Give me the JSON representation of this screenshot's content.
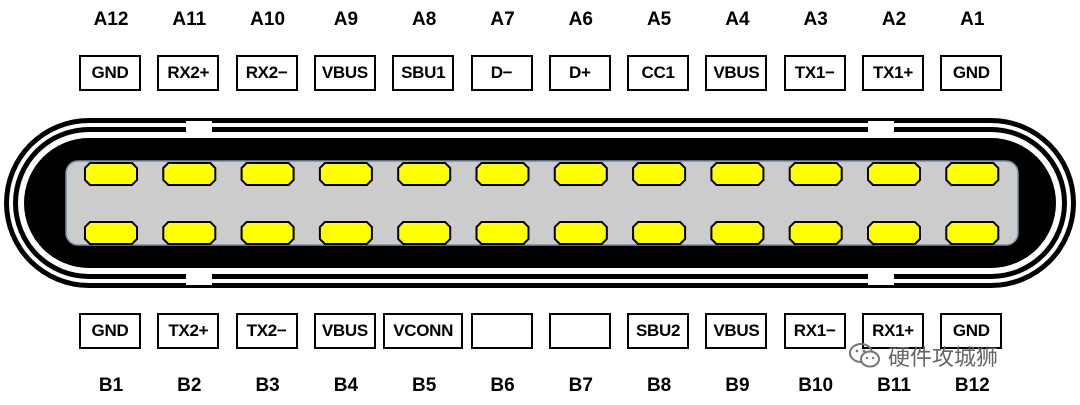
{
  "top_row": [
    {
      "pin": "A12",
      "signal": "GND"
    },
    {
      "pin": "A11",
      "signal": "RX2+"
    },
    {
      "pin": "A10",
      "signal": "RX2−"
    },
    {
      "pin": "A9",
      "signal": "VBUS"
    },
    {
      "pin": "A8",
      "signal": "SBU1"
    },
    {
      "pin": "A7",
      "signal": "D−"
    },
    {
      "pin": "A6",
      "signal": "D+"
    },
    {
      "pin": "A5",
      "signal": "CC1"
    },
    {
      "pin": "A4",
      "signal": "VBUS"
    },
    {
      "pin": "A3",
      "signal": "TX1−"
    },
    {
      "pin": "A2",
      "signal": "TX1+"
    },
    {
      "pin": "A1",
      "signal": "GND"
    }
  ],
  "bottom_row": [
    {
      "pin": "B1",
      "signal": "GND"
    },
    {
      "pin": "B2",
      "signal": "TX2+"
    },
    {
      "pin": "B3",
      "signal": "TX2−"
    },
    {
      "pin": "B4",
      "signal": "VBUS"
    },
    {
      "pin": "B5",
      "signal": "VCONN"
    },
    {
      "pin": "B6",
      "signal": ""
    },
    {
      "pin": "B7",
      "signal": ""
    },
    {
      "pin": "B8",
      "signal": "SBU2"
    },
    {
      "pin": "B9",
      "signal": "VBUS"
    },
    {
      "pin": "B10",
      "signal": "RX1−"
    },
    {
      "pin": "B11",
      "signal": "RX1+"
    },
    {
      "pin": "B12",
      "signal": "GND"
    }
  ],
  "watermark": {
    "text": "硬件攻城狮",
    "icon": "wechat-icon"
  },
  "colors": {
    "shell": "#000000",
    "tongue": "#cccccc",
    "contact_fill": "#ffff00",
    "contact_outline": "#000000",
    "box_border": "#000000"
  }
}
